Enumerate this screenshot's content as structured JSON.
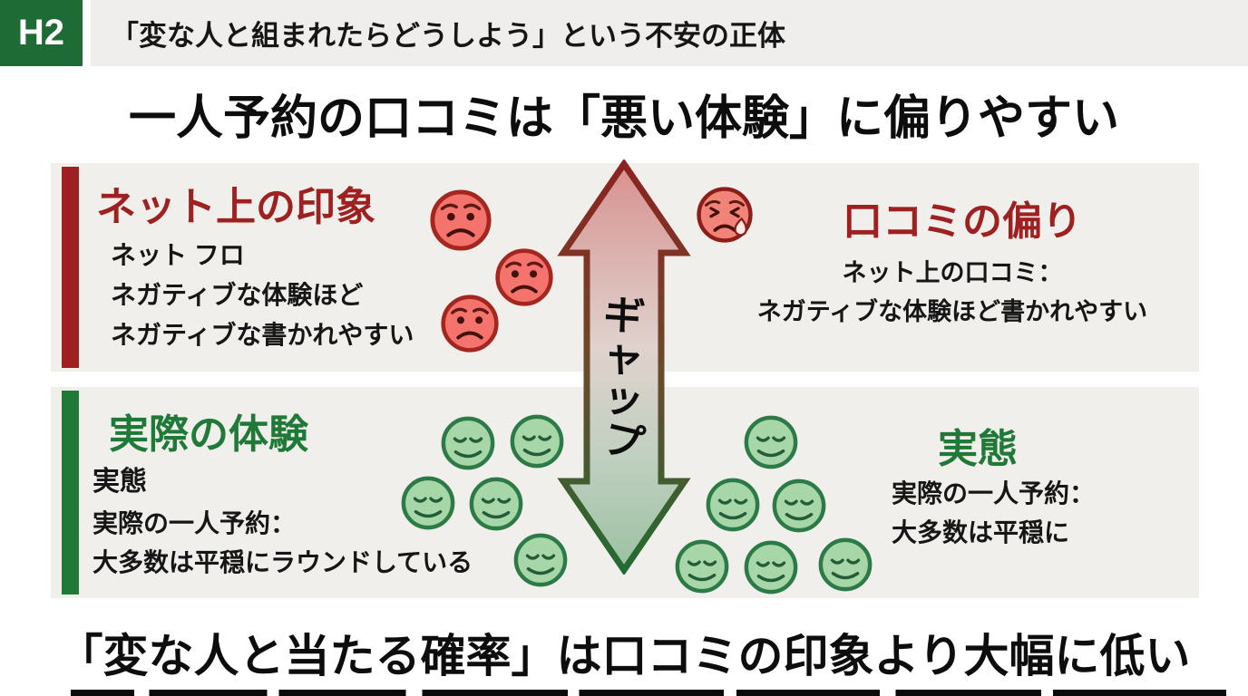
{
  "header": {
    "badge": "H2",
    "title": "「変な人と組まれたらどうしよう」という不安の正体"
  },
  "main_heading": "一人予約の口コミは「悪い体験」に偏りやすい",
  "impression_panel": {
    "title": "ネット上の印象",
    "body_lines": [
      "ネット フロ",
      "ネガティブな体験ほど",
      "ネガティブな書かれやすい"
    ],
    "right_title": "口コミの偏り",
    "right_lines": [
      "ネット上の口コミ：",
      "ネガティブな体験ほど書かれやすい"
    ],
    "accent_color": "#9e2020",
    "negative_face_count": 4
  },
  "reality_panel": {
    "title": "実際の体験",
    "body_lines": [
      "実態",
      "実際の一人予約：",
      "大多数は平穏にラウンドしている"
    ],
    "right_title": "実態",
    "right_lines": [
      "実際の一人予約：",
      "大多数は平穏に"
    ],
    "accent_color": "#1f7a38",
    "positive_face_count": 11
  },
  "gap_arrow": {
    "label": "ギャップ",
    "chars": [
      "ギ",
      "ャ",
      "ッ",
      "プ"
    ]
  },
  "bottom_heading": "「変な人と当たる確率」は口コミの印象より大幅に低い",
  "colors": {
    "badge_green": "#1e6b35",
    "panel_bg": "#f0efec",
    "negative_red": "#9e2020",
    "positive_green": "#1f7a38",
    "face_red": "#f4736c",
    "face_green": "#a7d6a9",
    "arrow_red": "#8c2220",
    "arrow_green": "#226b33"
  }
}
